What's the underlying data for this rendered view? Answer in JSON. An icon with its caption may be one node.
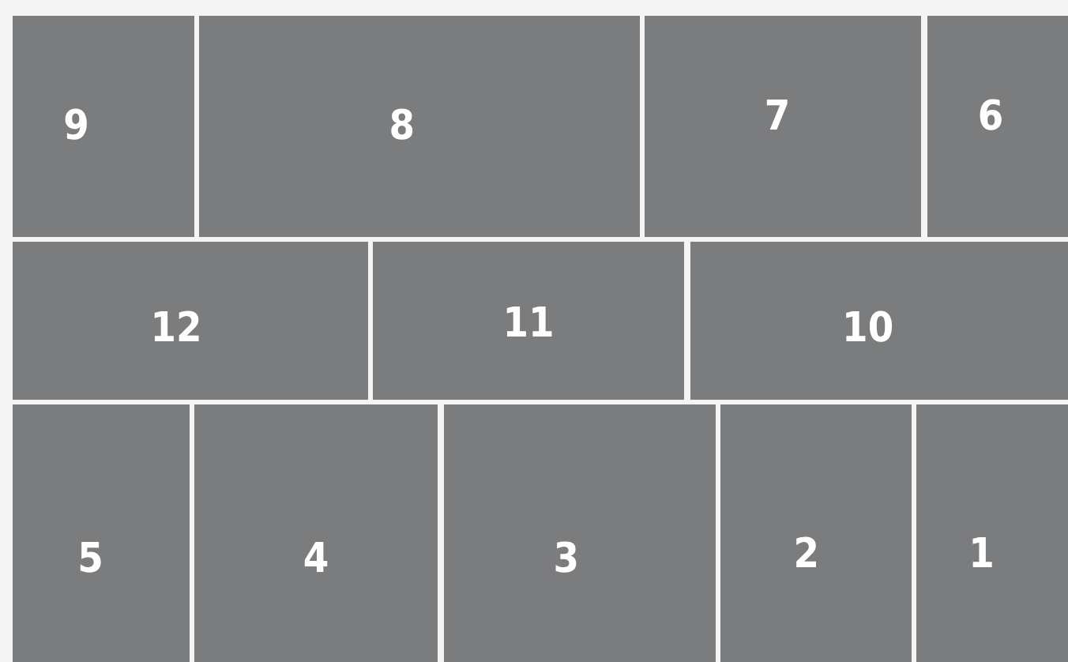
{
  "diagram": {
    "nodes": [
      {
        "text": [
          "9"
        ]
      },
      {
        "text": [
          "8"
        ]
      },
      {
        "text": [
          "7"
        ]
      },
      {
        "text": [
          "6"
        ]
      },
      {
        "text": [
          "12"
        ]
      },
      {
        "text": [
          "11"
        ]
      },
      {
        "text": [
          "10"
        ]
      },
      {
        "text": [
          "5"
        ]
      },
      {
        "text": [
          "4"
        ]
      },
      {
        "text": [
          "3"
        ]
      },
      {
        "text": [
          "2"
        ]
      },
      {
        "text": [
          "1"
        ]
      }
    ]
  }
}
